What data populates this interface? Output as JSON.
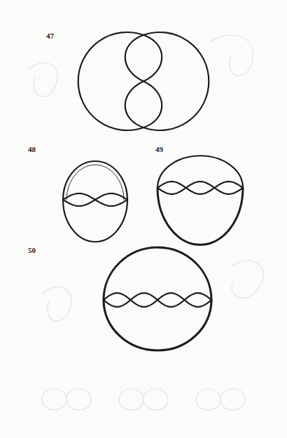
{
  "diagram": {
    "labels": [
      "47",
      "48",
      "49",
      "50"
    ]
  }
}
